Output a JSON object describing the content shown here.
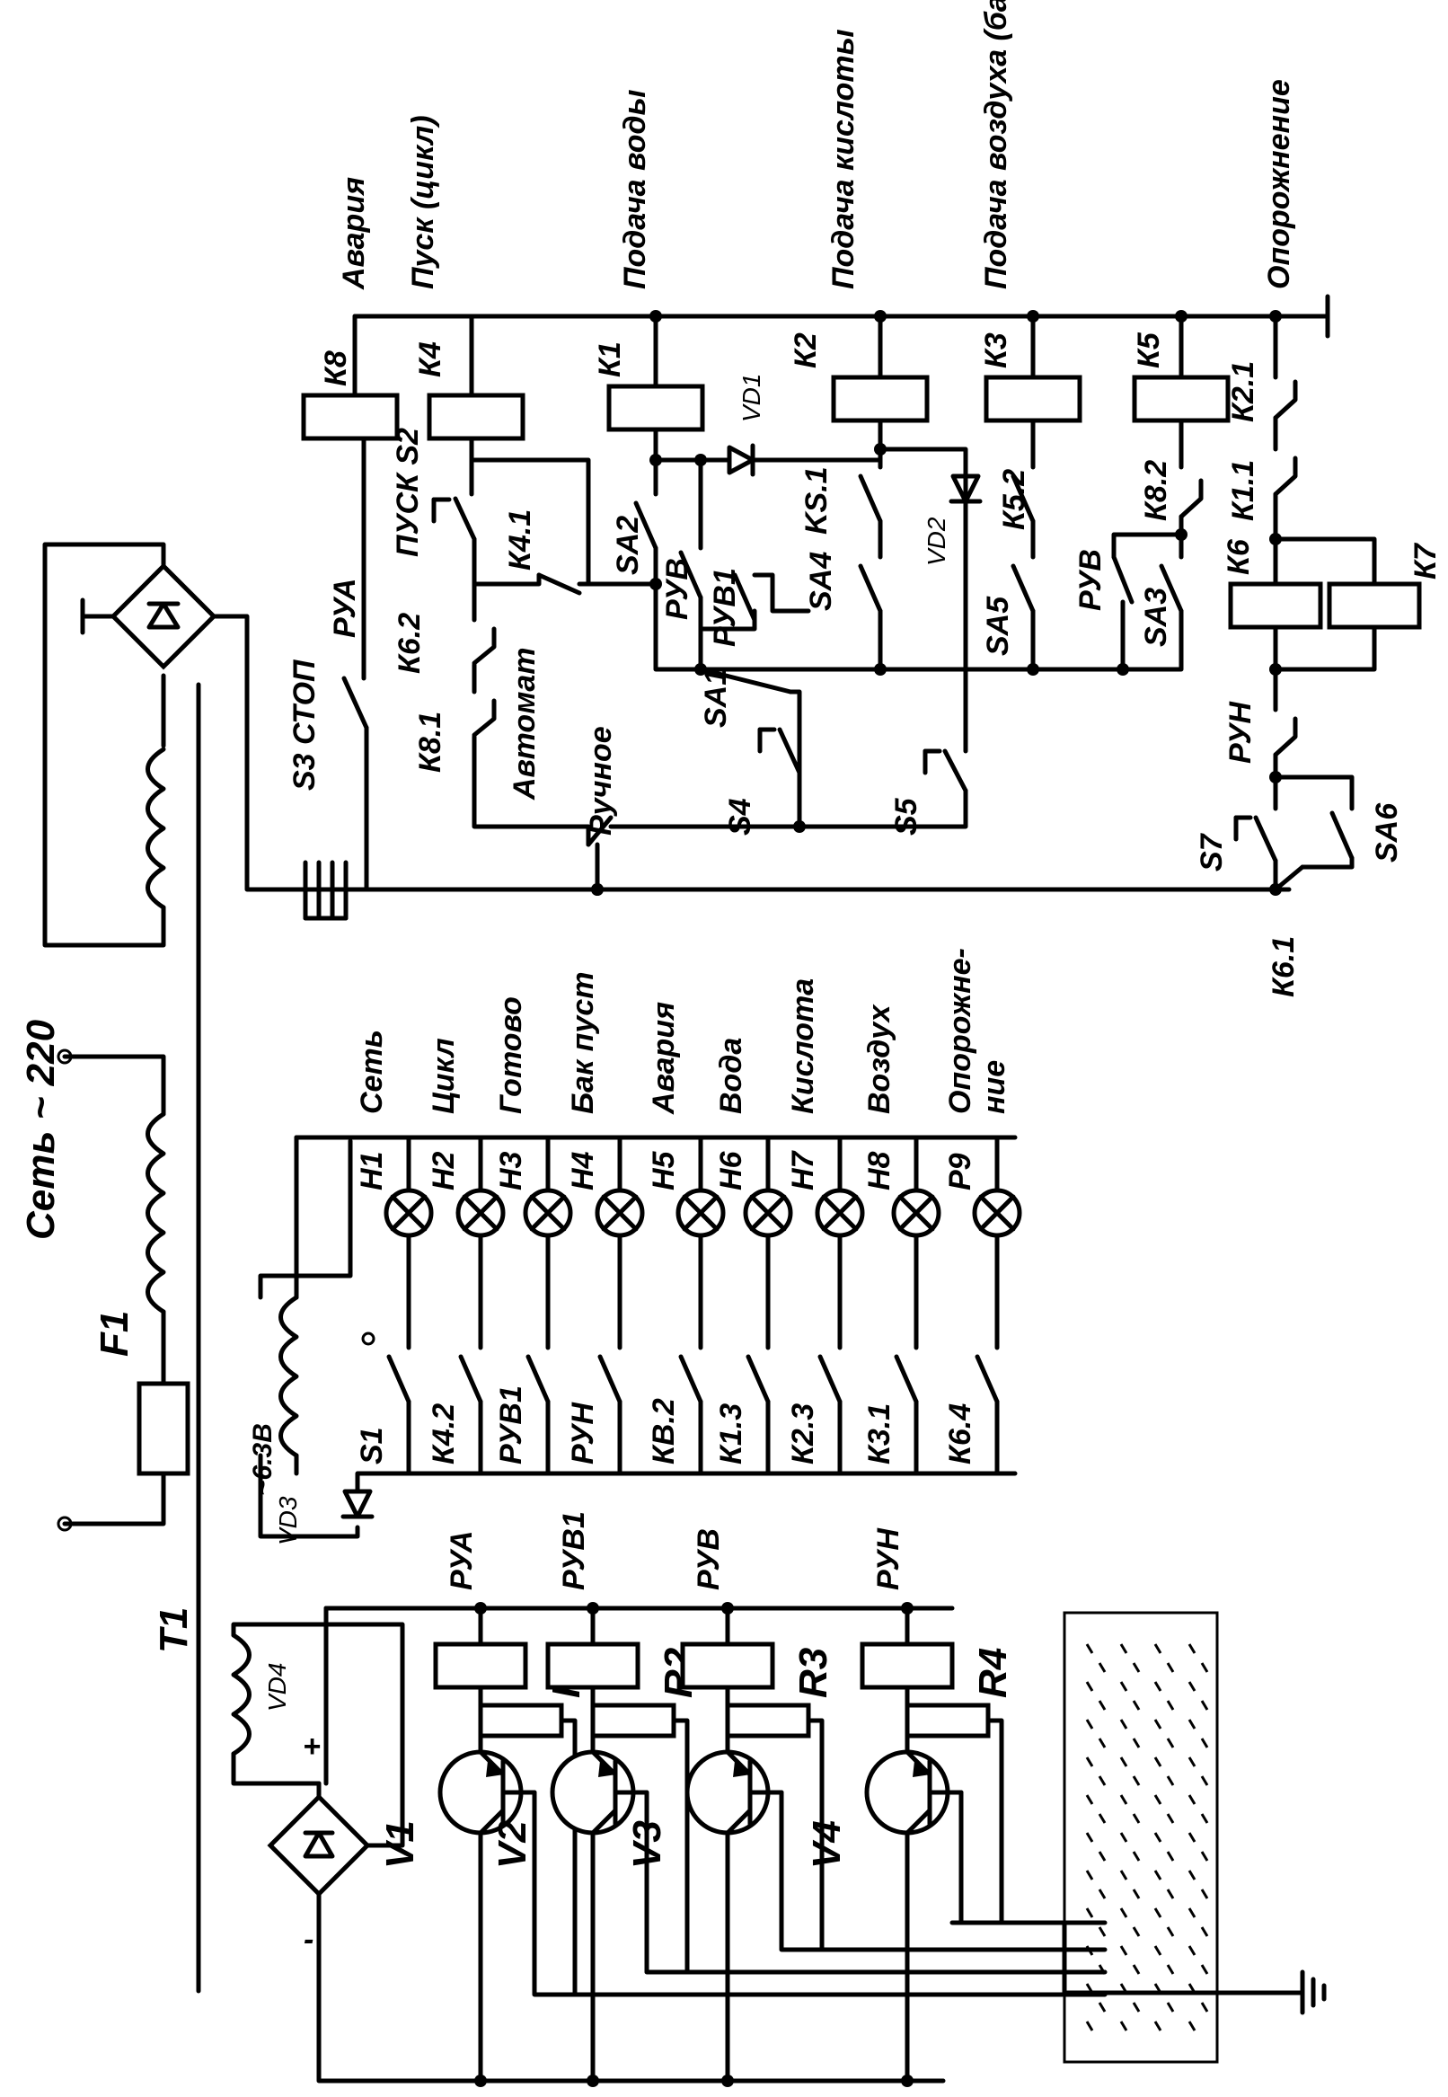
{
  "supply": {
    "network_label": "Сеть ~ 220",
    "fuse": "F1",
    "transformer": "T1",
    "secondary_voltage": "~6.3В"
  },
  "rectifiers": {
    "control": "VD3",
    "sensor": "VD4",
    "plus": "+",
    "minus": "-"
  },
  "contactor_circuit": {
    "bus_labels": [
      "Авария",
      "Пуск (цикл)",
      "Подача воды",
      "Подача кислоты",
      "Подача воздуха (барботаж)",
      "Опорожнение"
    ],
    "coils": [
      "К8",
      "К4",
      "К1",
      "К2",
      "К3",
      "К5",
      "К6",
      "К7"
    ],
    "switches": {
      "stop": "S3 СТОП",
      "start": "ПУСК S2",
      "auto": "Автомат",
      "manual": "Ручное",
      "s4": "S4",
      "s5": "S5",
      "s7": "S7",
      "sa1": "SA1",
      "sa2": "SA2",
      "sa3": "SA3",
      "sa4": "SA4",
      "sa5": "SA5",
      "sa6": "SA6",
      "rua": "РУА",
      "ruv": "РУВ",
      "ruv1": "РУВ1",
      "run": "РУН",
      "k8_1": "К8.1",
      "k6_2": "К6.2",
      "k4_1": "К4.1",
      "ks_1": "KS.1",
      "k5_2": "К5.2",
      "k8_2": "К8.2",
      "k1_1": "К1.1",
      "k2_1": "К2.1",
      "k6_1": "К6.1",
      "vd1": "VD1",
      "vd2": "VD2"
    }
  },
  "indicators": {
    "lamps": [
      {
        "id": "Н1",
        "label": "Сеть",
        "contact": "S1"
      },
      {
        "id": "Н2",
        "label": "Цикл",
        "contact": "К4.2"
      },
      {
        "id": "Н3",
        "label": "Готово",
        "contact": "РУВ1"
      },
      {
        "id": "Н4",
        "label": "Бак пуст",
        "contact": "РУН"
      },
      {
        "id": "Н5",
        "label": "Авария",
        "contact": "КВ.2"
      },
      {
        "id": "Н6",
        "label": "Вода",
        "contact": "К1.3"
      },
      {
        "id": "Н7",
        "label": "Кислота",
        "contact": "К2.3"
      },
      {
        "id": "Н8",
        "label": "Воздух",
        "contact": "К3.1"
      },
      {
        "id": "Р9",
        "label": "Опорожне-\nние",
        "contact": "К6.4"
      }
    ]
  },
  "level_sensors": [
    {
      "transistor": "V1",
      "resistor": "R1",
      "relay": "РУА"
    },
    {
      "transistor": "V2",
      "resistor": "R2",
      "relay": "РУВ1"
    },
    {
      "transistor": "V3",
      "resistor": "R3",
      "relay": "РУВ"
    },
    {
      "transistor": "V4",
      "resistor": "R4",
      "relay": "РУН"
    }
  ]
}
